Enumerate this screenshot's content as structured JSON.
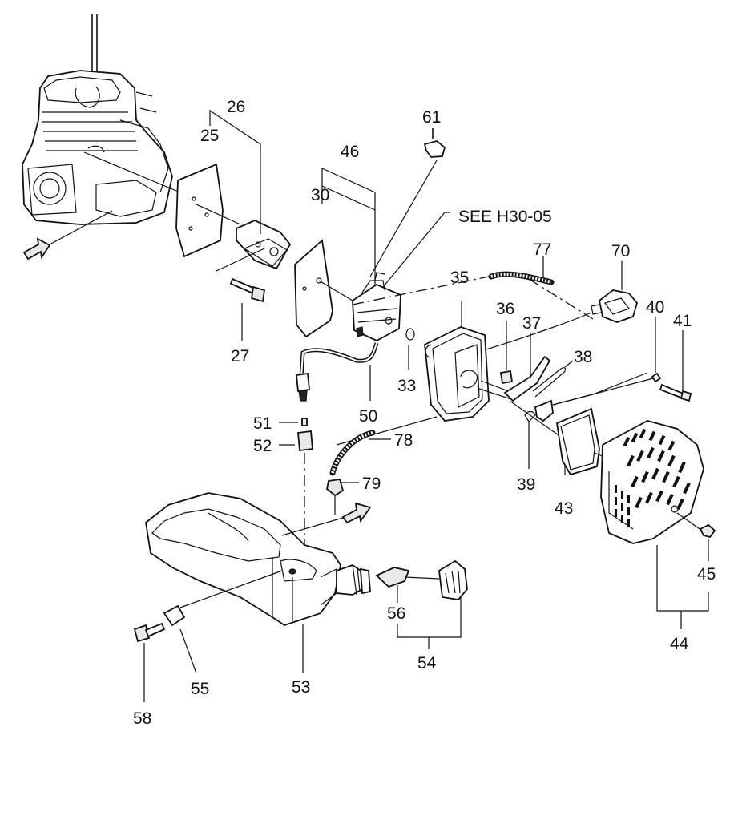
{
  "diagram": {
    "reference_note": "SEE H30-05",
    "part_numbers": {
      "p25": "25",
      "p26": "26",
      "p27": "27",
      "p30": "30",
      "p33": "33",
      "p35": "35",
      "p36": "36",
      "p37": "37",
      "p38": "38",
      "p39": "39",
      "p40": "40",
      "p41": "41",
      "p43": "43",
      "p44": "44",
      "p45": "45",
      "p46": "46",
      "p50": "50",
      "p51": "51",
      "p52": "52",
      "p53": "53",
      "p54": "54",
      "p55": "55",
      "p56": "56",
      "p58": "58",
      "p61": "61",
      "p70": "70",
      "p77": "77",
      "p78": "78",
      "p79": "79"
    }
  }
}
